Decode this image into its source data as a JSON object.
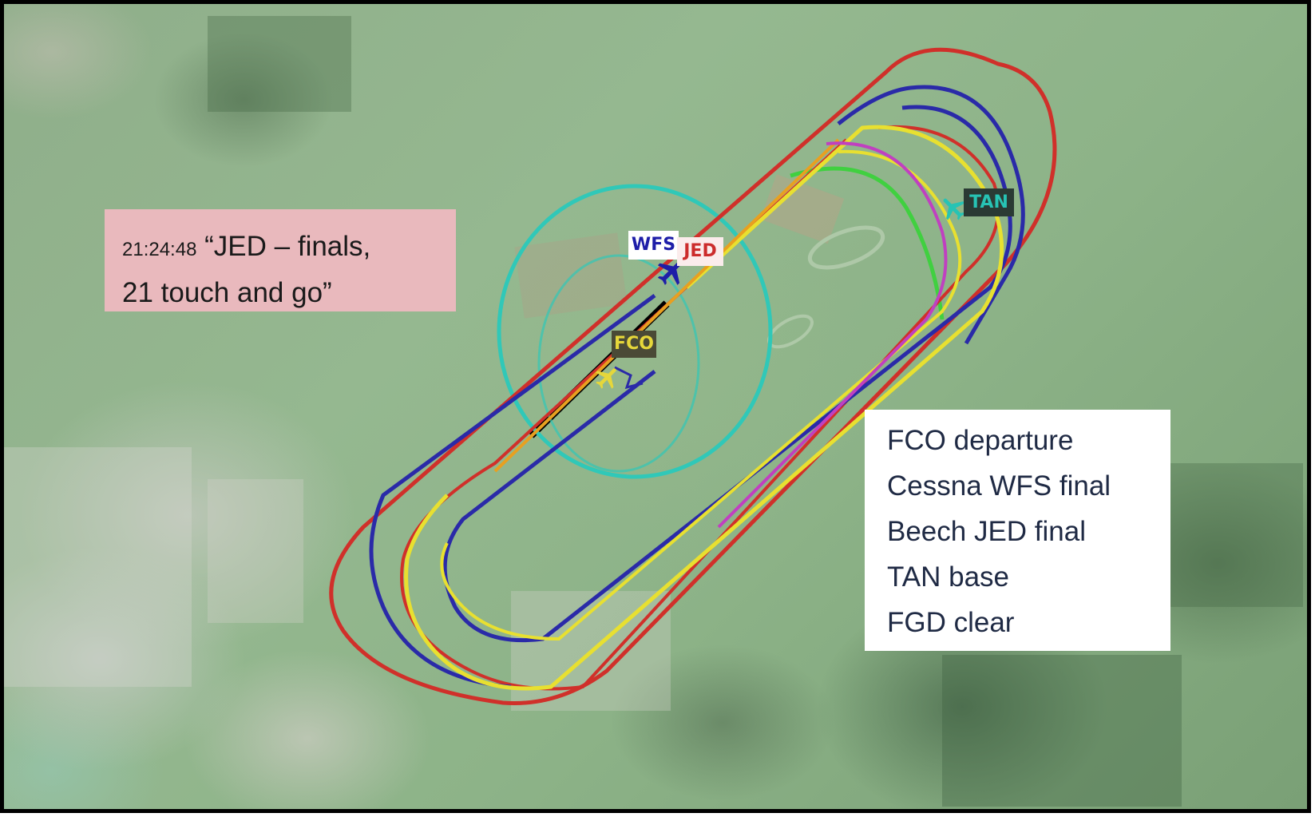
{
  "map": {
    "type": "satellite-aerodrome-traffic",
    "colors": {
      "frame": "#000000",
      "track_red": "#d0302a",
      "track_blue": "#2a2aa8",
      "track_yellow": "#e8e030",
      "track_magenta": "#c040c0",
      "track_cyan": "#30c8b8",
      "track_green": "#40d040",
      "transcript_bg": "#e9b9bd",
      "status_bg": "#ffffff"
    }
  },
  "transcript": {
    "time": "21:24:48",
    "quote_line1": "“JED – finals,",
    "quote_line2": "21 touch and go”"
  },
  "status": {
    "lines": [
      "FCO departure",
      "Cessna WFS final",
      "Beech JED final",
      "TAN base",
      "FGD clear"
    ]
  },
  "aircraft": [
    {
      "callsign": "WFS",
      "color": "#1e1ea8",
      "icon": "airplane-icon"
    },
    {
      "callsign": "JED",
      "color": "#cc2c2c",
      "icon": "airplane-icon"
    },
    {
      "callsign": "FCO",
      "color": "#e6d73a",
      "icon": "airplane-icon"
    },
    {
      "callsign": "TAN",
      "color": "#27c3b4",
      "icon": "airplane-icon"
    }
  ]
}
